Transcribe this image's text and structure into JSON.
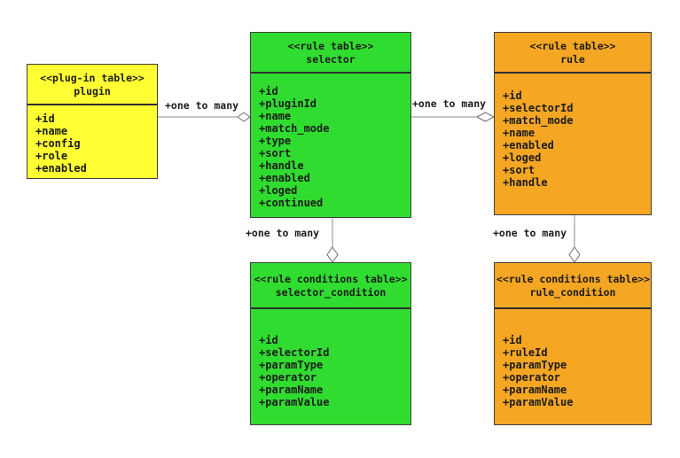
{
  "colors": {
    "background": "#ffffff",
    "entity_border": "#3f3f3f",
    "divider": "#2e2e2e",
    "text": "#1c1c1c",
    "connector": "#8c8c8c",
    "diamond_fill": "#ffffff",
    "diamond_stroke": "#6e6e6e",
    "plugin_fill": "#ffff33",
    "selector_fill": "#30dc30",
    "rule_fill": "#f5a623"
  },
  "entities": [
    {
      "id": "plugin",
      "stereotype": "<<plug-in table>>",
      "name": "plugin",
      "attributes": [
        "+id",
        "+name",
        "+config",
        "+role",
        "+enabled"
      ]
    },
    {
      "id": "selector",
      "stereotype": "<<rule table>>",
      "name": "selector",
      "attributes": [
        "+id",
        "+pluginId",
        "+name",
        "+match_mode",
        "+type",
        "+sort",
        "+handle",
        "+enabled",
        "+loged",
        "+continued"
      ]
    },
    {
      "id": "rule",
      "stereotype": "<<rule table>>",
      "name": "rule",
      "attributes": [
        "+id",
        "+selectorId",
        "+match_mode",
        "+name",
        "+enabled",
        "+loged",
        "+sort",
        "+handle"
      ]
    },
    {
      "id": "selector_condition",
      "stereotype": "<<rule conditions table>>",
      "name": "selector_condition",
      "attributes": [
        "+id",
        "+selectorId",
        "+paramType",
        "+operator",
        "+paramName",
        "+paramValue"
      ]
    },
    {
      "id": "rule_condition",
      "stereotype": "<<rule conditions table>>",
      "name": "rule_condition",
      "attributes": [
        "+id",
        "+ruleId",
        "+paramType",
        "+operator",
        "+paramName",
        "+paramValue"
      ]
    }
  ],
  "relations": [
    {
      "from": "plugin",
      "to": "selector",
      "label": "+one to many",
      "type": "aggregation"
    },
    {
      "from": "selector",
      "to": "rule",
      "label": "+one to many",
      "type": "aggregation"
    },
    {
      "from": "selector",
      "to": "selector_condition",
      "label": "+one to many",
      "type": "aggregation"
    },
    {
      "from": "rule",
      "to": "rule_condition",
      "label": "+one to many",
      "type": "aggregation"
    }
  ]
}
